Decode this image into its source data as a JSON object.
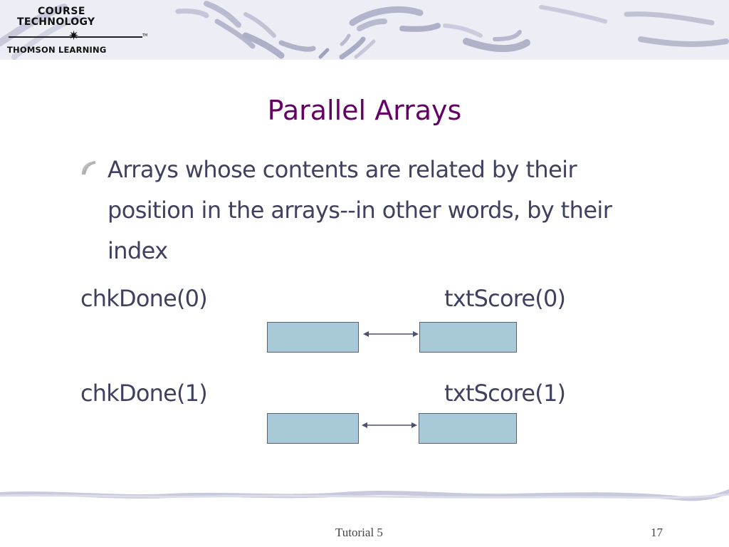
{
  "header": {
    "logo": {
      "line1": "COURSE",
      "line2": "TECHNOLOGY",
      "star": "✷",
      "tm": "TM",
      "line3": "THOMSON LEARNING"
    }
  },
  "slide": {
    "title": "Parallel Arrays",
    "bullets": [
      {
        "icon": "swoosh-bullet-icon",
        "text": "Arrays whose contents are related by their position in the arrays--in other words, by their index"
      }
    ],
    "diagram": {
      "rows": [
        {
          "left_label": "chkDone(0)",
          "right_label": "txtScore(0)",
          "connector": "double-arrow"
        },
        {
          "left_label": "chkDone(1)",
          "right_label": "txtScore(1)",
          "connector": "double-arrow"
        }
      ],
      "box_color": "#a8cad8",
      "box_border": "#5a6275",
      "arrow_color": "#4a5070"
    }
  },
  "footer": {
    "center_text": "Tutorial 5",
    "page_number": "17"
  },
  "colors": {
    "title": "#660066",
    "body_text": "#404060",
    "header_band": "#ecedf5"
  }
}
